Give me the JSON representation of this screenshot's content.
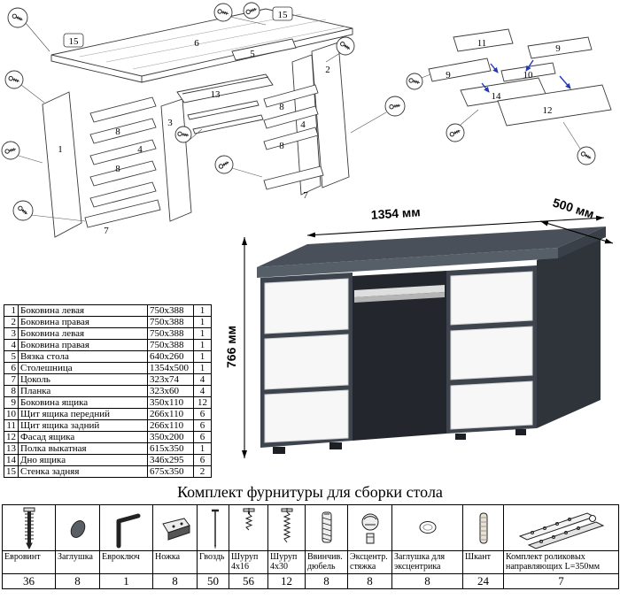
{
  "diagram_main": {
    "callouts": [
      "15",
      "6",
      "15",
      "1",
      "2",
      "13",
      "8",
      "4",
      "8",
      "3",
      "8",
      "4",
      "8",
      "7",
      "7",
      "5"
    ]
  },
  "diagram_drawer": {
    "callouts": [
      "11",
      "9",
      "9",
      "10",
      "14",
      "12"
    ]
  },
  "desk": {
    "width_label": "1354 мм",
    "depth_label": "500 мм",
    "height_label": "766 мм",
    "colors": {
      "top": "#49505a",
      "body": "#3e444d",
      "side": "#2f343b",
      "recess": "#23272d",
      "drawer": "#f7f7f7"
    }
  },
  "parts_table": {
    "rows": [
      {
        "num": "1",
        "name": "Боковина левая",
        "size": "750x388",
        "qty": "1"
      },
      {
        "num": "2",
        "name": "Боковина правая",
        "size": "750x388",
        "qty": "1"
      },
      {
        "num": "3",
        "name": "Боковина левая",
        "size": "750x388",
        "qty": "1"
      },
      {
        "num": "4",
        "name": "Боковина правая",
        "size": "750x388",
        "qty": "1"
      },
      {
        "num": "5",
        "name": "Вязка стола",
        "size": "640x260",
        "qty": "1"
      },
      {
        "num": "6",
        "name": "Столешница",
        "size": "1354x500",
        "qty": "1"
      },
      {
        "num": "7",
        "name": "Цоколь",
        "size": "323x74",
        "qty": "4"
      },
      {
        "num": "8",
        "name": "Планка",
        "size": "323x60",
        "qty": "4"
      },
      {
        "num": "9",
        "name": "Боковина ящика",
        "size": "350x110",
        "qty": "12"
      },
      {
        "num": "10",
        "name": "Щит ящика передний",
        "size": "266x110",
        "qty": "6"
      },
      {
        "num": "11",
        "name": "Щит ящика задний",
        "size": "266x110",
        "qty": "6"
      },
      {
        "num": "12",
        "name": "Фасад ящика",
        "size": "350x200",
        "qty": "6"
      },
      {
        "num": "13",
        "name": "Полка выкатная",
        "size": "615x350",
        "qty": "1"
      },
      {
        "num": "14",
        "name": "Дно ящика",
        "size": "346x295",
        "qty": "6"
      },
      {
        "num": "15",
        "name": "Стенка задняя",
        "size": "675x350",
        "qty": "2"
      }
    ]
  },
  "hardware": {
    "title": "Комплект фурнитуры для сборки стола",
    "items": [
      {
        "name": "Евровинт",
        "qty": "36",
        "icon": "euro-screw-icon"
      },
      {
        "name": "Заглушка",
        "qty": "8",
        "icon": "plug-cap-icon"
      },
      {
        "name": "Евроключ",
        "qty": "1",
        "icon": "hex-key-icon"
      },
      {
        "name": "Ножка",
        "qty": "8",
        "icon": "leg-foot-icon"
      },
      {
        "name": "Гвоздь",
        "qty": "50",
        "icon": "nail-icon"
      },
      {
        "name": "Шуруп 4x16",
        "qty": "56",
        "icon": "screw-4x16-icon"
      },
      {
        "name": "Шуруп 4x30",
        "qty": "12",
        "icon": "screw-4x30-icon"
      },
      {
        "name": "Ввинчив. дюбель",
        "qty": "8",
        "icon": "screw-in-dowel-icon"
      },
      {
        "name": "Эксцентр. стяжка",
        "qty": "8",
        "icon": "eccentric-cam-icon"
      },
      {
        "name": "Заглушка для эксцентрика",
        "qty": "8",
        "icon": "eccentric-cap-icon"
      },
      {
        "name": "Шкант",
        "qty": "24",
        "icon": "wooden-dowel-icon"
      },
      {
        "name": "Комплект роликовых направляющих L=350мм",
        "qty": "7",
        "icon": "roller-guides-icon"
      }
    ]
  }
}
